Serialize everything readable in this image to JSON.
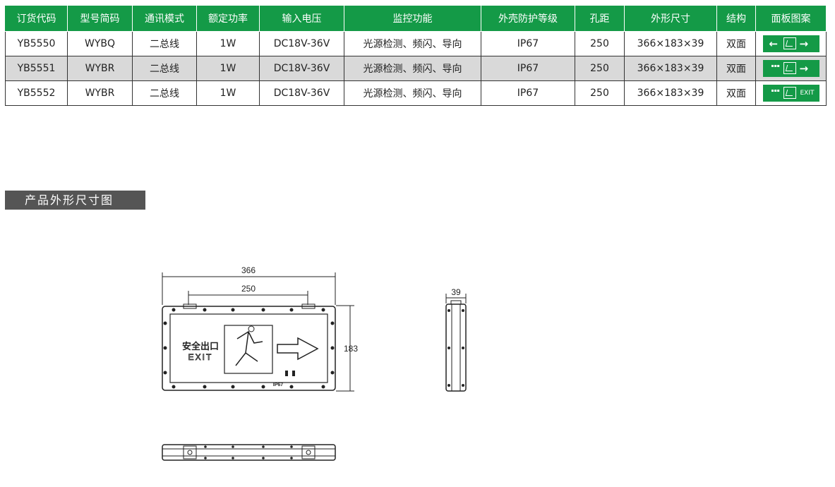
{
  "table": {
    "headers": [
      "订货代码",
      "型号简码",
      "通讯模式",
      "额定功率",
      "输入电压",
      "监控功能",
      "外壳防护等级",
      "孔距",
      "外形尺寸",
      "结构",
      "面板图案"
    ],
    "rows": [
      {
        "code": "YB5550",
        "model": "WYBQ",
        "comm": "二总线",
        "power": "1W",
        "voltage": "DC18V-36V",
        "monitor": "光源检测、频闪、导向",
        "ip": "IP67",
        "hole": "250",
        "size": "366×183×39",
        "struct": "双面",
        "panel": "left-exit-right-arrows"
      },
      {
        "code": "YB5551",
        "model": "WYBR",
        "comm": "二总线",
        "power": "1W",
        "voltage": "DC18V-36V",
        "monitor": "光源检测、频闪、导向",
        "ip": "IP67",
        "hole": "250",
        "size": "366×183×39",
        "struct": "双面",
        "panel": "text-exit-right-arrow"
      },
      {
        "code": "YB5552",
        "model": "WYBR",
        "comm": "二总线",
        "power": "1W",
        "voltage": "DC18V-36V",
        "monitor": "光源检测、频闪、导向",
        "ip": "IP67",
        "hole": "250",
        "size": "366×183×39",
        "struct": "双面",
        "panel": "text-exit-exit"
      }
    ]
  },
  "panel_icons": {
    "arrow_left": "←",
    "arrow_right": "→",
    "sign_cn": "安全出口",
    "sign_en": "EXIT",
    "color": "#149a47"
  },
  "section": {
    "title": "产品外形尺寸图"
  },
  "drawing": {
    "dim_width": "366",
    "dim_hole": "250",
    "dim_height": "183",
    "dim_depth": "39",
    "front_sign_cn": "安全出口",
    "front_sign_en": "EXIT",
    "front_rating": "IP67"
  }
}
